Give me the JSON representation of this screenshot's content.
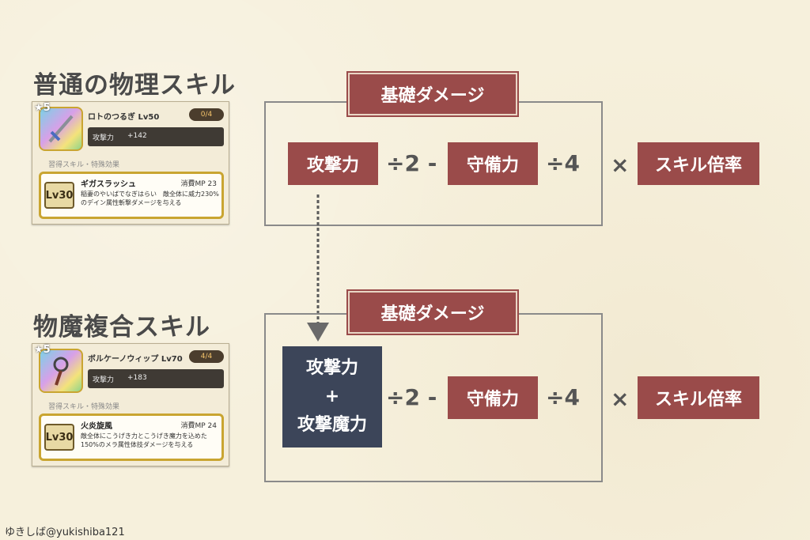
{
  "watermark": "ゆきしば@yukishiba121",
  "sections": [
    {
      "title": "普通の物理スキル",
      "card": {
        "star": "★5",
        "name": "ロトのつるぎ Lv50",
        "badge": "0/4",
        "stat_label": "攻撃力",
        "stat_value": "+142",
        "sub_label": "習得スキル・特殊効果",
        "lv": "Lv30",
        "skill_name": "ギガスラッシュ",
        "mp": "消費MP 23",
        "desc": "稲妻のやいばでなぎはらい　敵全体に威力230%のデイン属性斬撃ダメージを与える"
      },
      "formula": {
        "header": "基礎ダメージ",
        "term1": "攻撃力",
        "op1": "÷2 -",
        "term2": "守備力",
        "op2": "÷4",
        "op3": "×",
        "term3": "スキル倍率"
      }
    },
    {
      "title": "物魔複合スキル",
      "card": {
        "star": "★5",
        "name": "ボルケーノウィップ Lv70",
        "badge": "4/4",
        "stat_label": "攻撃力",
        "stat_value": "+183",
        "sub_label": "習得スキル・特殊効果",
        "lv": "Lv30",
        "skill_name": "火炎旋風",
        "mp": "消費MP 24",
        "desc": "敵全体にこうげき力とこうげき魔力を込めた150%のメラ属性体技ダメージを与える"
      },
      "formula": {
        "header": "基礎ダメージ",
        "term1_line1": "攻撃力",
        "term1_line2": "+",
        "term1_line3": "攻撃魔力",
        "op1": "÷2 -",
        "term2": "守備力",
        "op2": "÷4",
        "op3": "×",
        "term3": "スキル倍率"
      }
    }
  ]
}
